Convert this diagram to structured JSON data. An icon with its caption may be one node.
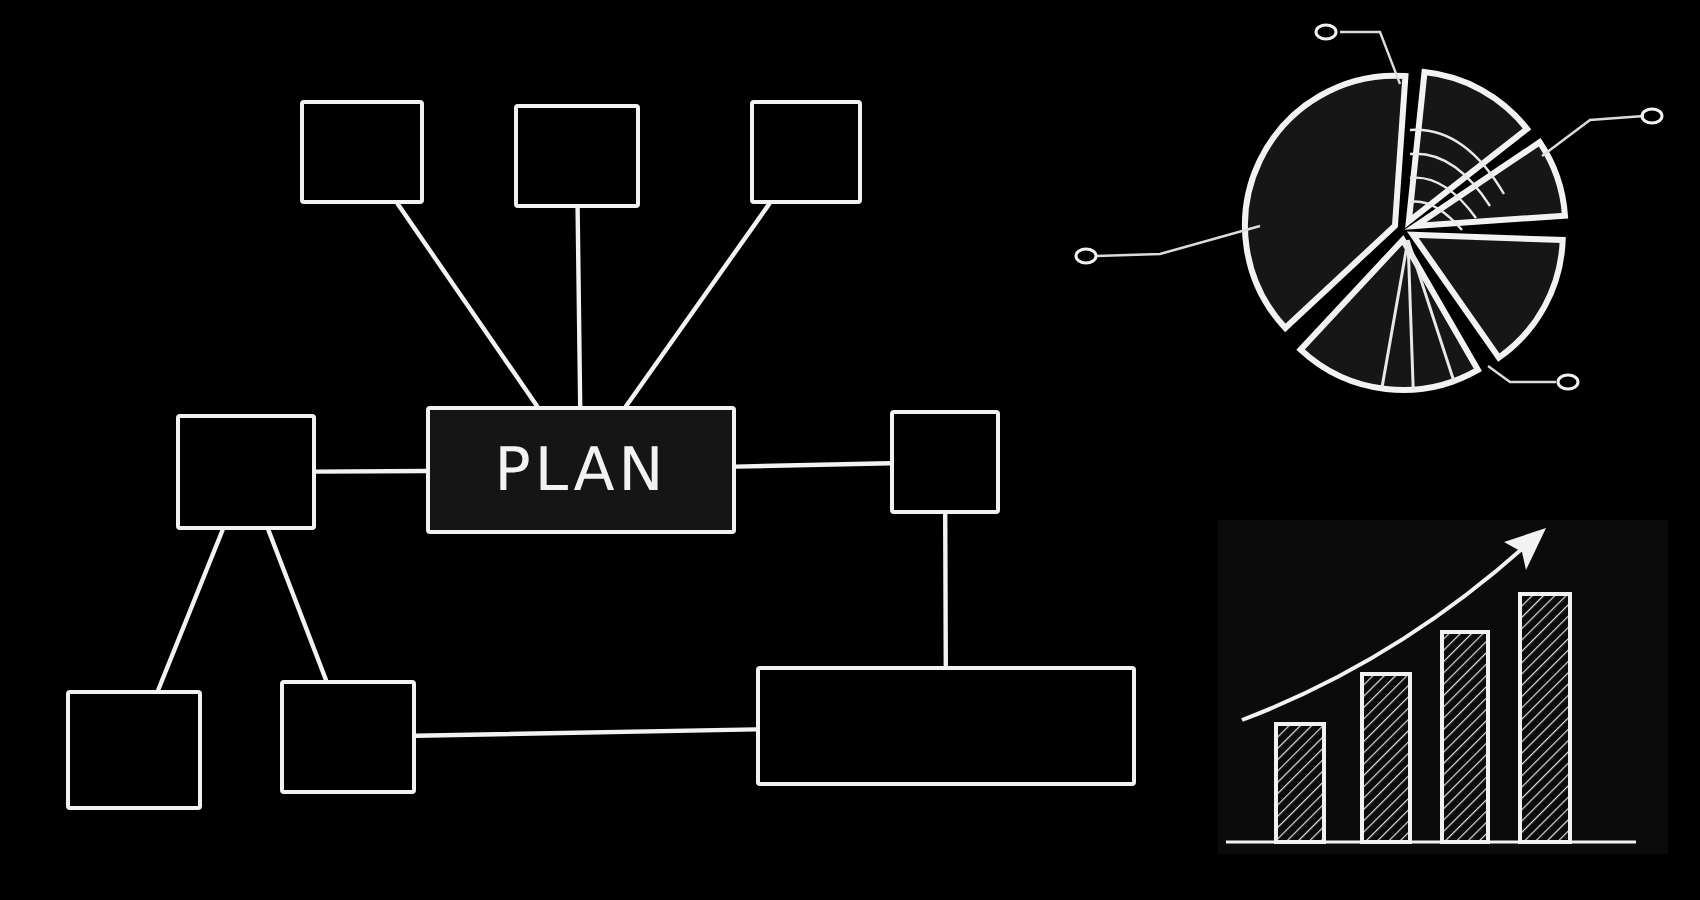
{
  "diagram": {
    "nodes": [
      {
        "text": [],
        "shape": "box"
      },
      {
        "text": [],
        "shape": "box"
      },
      {
        "text": [],
        "shape": "box"
      },
      {
        "text": [],
        "shape": "box"
      },
      {
        "text": [
          "PLAN"
        ]
      },
      {
        "text": [],
        "shape": "box"
      },
      {
        "text": [],
        "shape": "box"
      },
      {
        "text": [],
        "shape": "box"
      },
      {
        "text": [],
        "shape": "box"
      }
    ],
    "edges": [
      {
        "from": 0,
        "to": 4,
        "arrow": "none"
      },
      {
        "from": 1,
        "to": 4,
        "arrow": "none"
      },
      {
        "from": 2,
        "to": 4,
        "arrow": "none"
      },
      {
        "from": 3,
        "to": 4,
        "arrow": "none"
      },
      {
        "from": 4,
        "to": 5,
        "arrow": "none"
      },
      {
        "from": 3,
        "to": 6,
        "arrow": "none"
      },
      {
        "from": 3,
        "to": 7,
        "arrow": "none"
      },
      {
        "from": 5,
        "to": 8,
        "arrow": "none"
      },
      {
        "from": 7,
        "to": 8,
        "arrow": "none"
      }
    ]
  }
}
